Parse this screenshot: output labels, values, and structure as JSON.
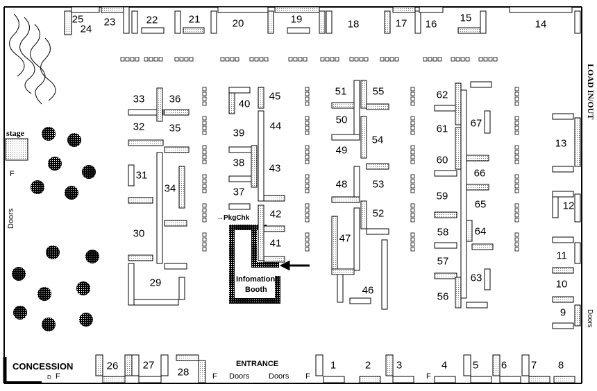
{
  "booths": [
    "1",
    "2",
    "3",
    "4",
    "5",
    "6",
    "7",
    "8",
    "9",
    "10",
    "11",
    "12",
    "13",
    "14",
    "15",
    "16",
    "17",
    "18",
    "19",
    "20",
    "21",
    "22",
    "23",
    "24",
    "25",
    "26",
    "27",
    "28",
    "29",
    "30",
    "31",
    "32",
    "33",
    "34",
    "35",
    "36",
    "37",
    "38",
    "39",
    "40",
    "41",
    "42",
    "43",
    "44",
    "45",
    "46",
    "47",
    "48",
    "49",
    "50",
    "51",
    "52",
    "53",
    "54",
    "55",
    "56",
    "57",
    "58",
    "59",
    "60",
    "61",
    "62",
    "63",
    "64",
    "65",
    "66",
    "67"
  ],
  "labels": {
    "stage": "stage",
    "doors_left": "Doors",
    "concession": "CONCESSION",
    "entrance": "ENTRANCE",
    "doors_entrance_1": "Doors",
    "doors_entrance_2": "Doors",
    "doors_right": "Doors",
    "load": "LOAD IN/OUT",
    "pkgchk": "→PkgChk",
    "info_booth_1": "Infomation",
    "info_booth_2": "Booth",
    "f": "F",
    "d": "D"
  },
  "colors": {
    "wall": "#000000",
    "hatch": "#b0b0b0"
  }
}
